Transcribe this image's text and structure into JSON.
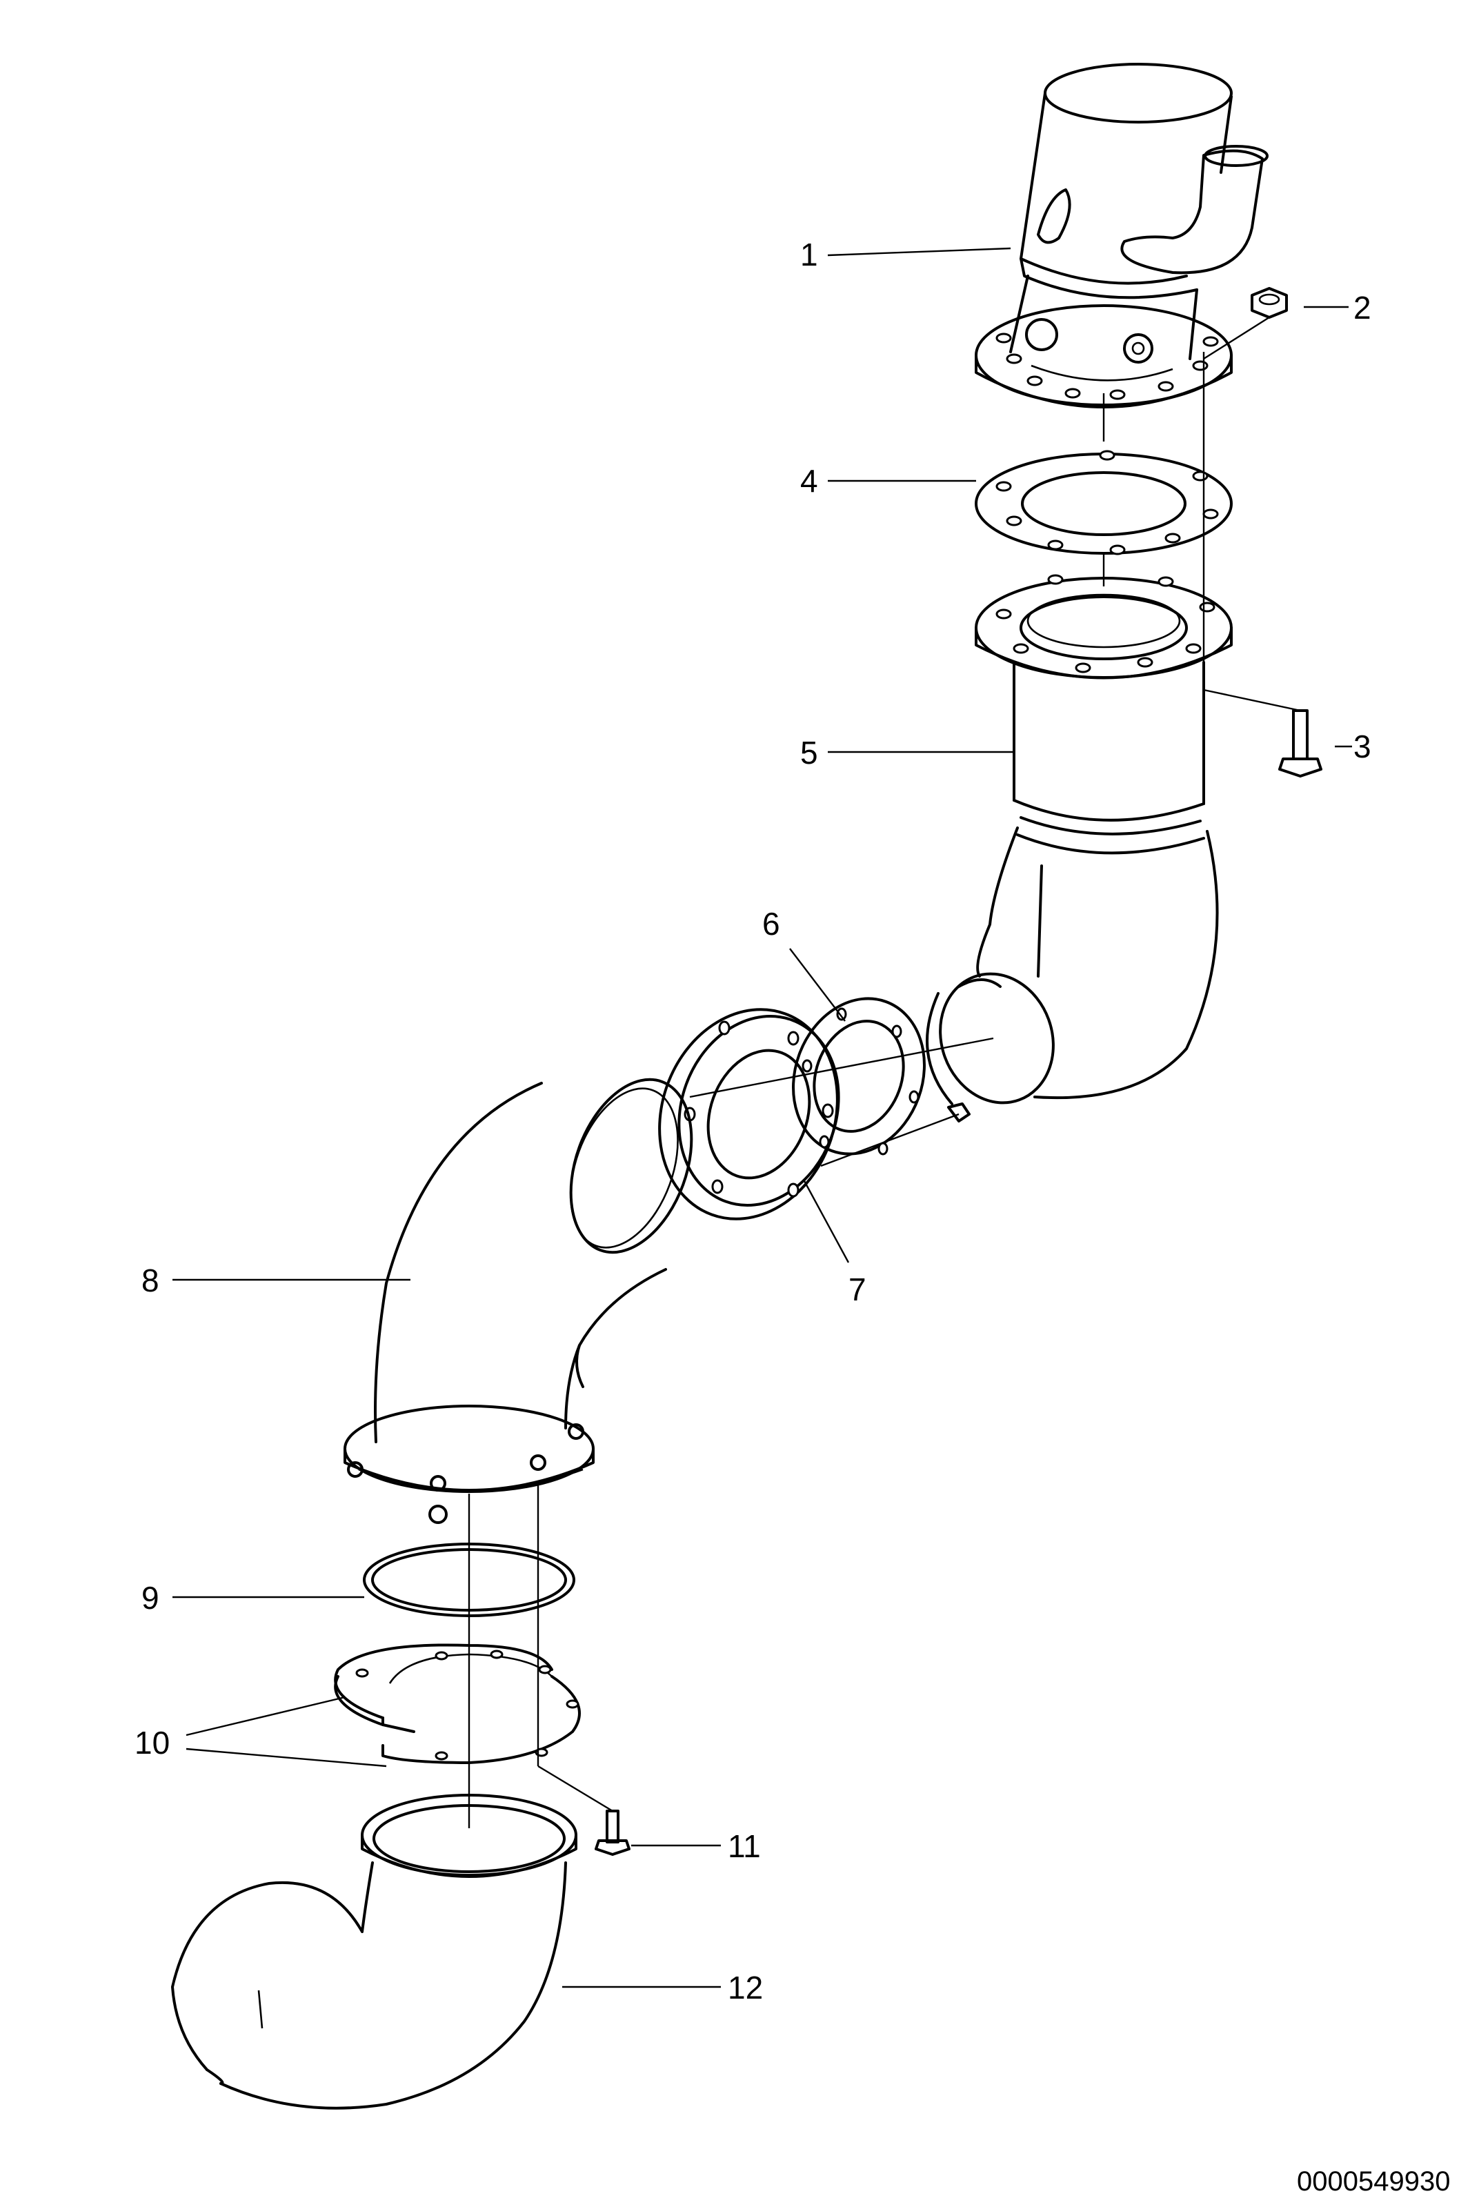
{
  "callouts": [
    {
      "id": "1",
      "label": "1"
    },
    {
      "id": "2",
      "label": "2"
    },
    {
      "id": "3",
      "label": "3"
    },
    {
      "id": "4",
      "label": "4"
    },
    {
      "id": "5",
      "label": "5"
    },
    {
      "id": "6",
      "label": "6"
    },
    {
      "id": "7",
      "label": "7"
    },
    {
      "id": "8",
      "label": "8"
    },
    {
      "id": "9",
      "label": "9"
    },
    {
      "id": "10",
      "label": "10"
    },
    {
      "id": "11",
      "label": "11"
    },
    {
      "id": "12",
      "label": "12"
    }
  ],
  "document_number": "0000549930",
  "colors": {
    "line": "#000000",
    "background": "#ffffff"
  }
}
